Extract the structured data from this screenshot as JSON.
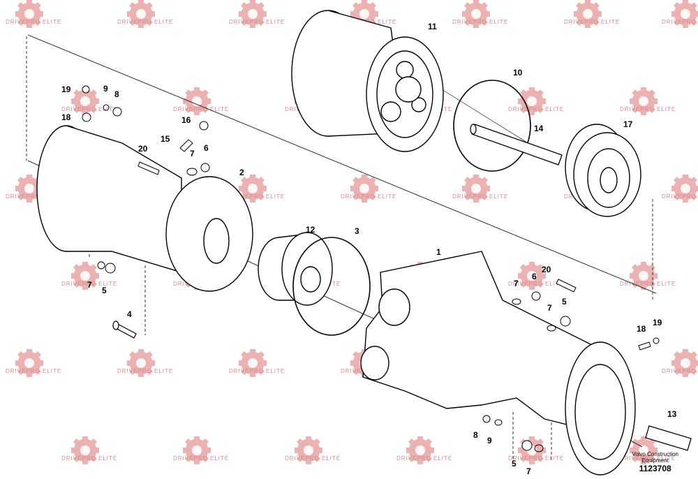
{
  "watermark": {
    "text": "DRIVEPRO ELITE",
    "color": "#e38b8b"
  },
  "callouts": [
    {
      "id": "c11",
      "label": "11"
    },
    {
      "id": "c10",
      "label": "10"
    },
    {
      "id": "c14",
      "label": "14"
    },
    {
      "id": "c17",
      "label": "17"
    },
    {
      "id": "c19a",
      "label": "19"
    },
    {
      "id": "c9a",
      "label": "9"
    },
    {
      "id": "c8a",
      "label": "8"
    },
    {
      "id": "c18a",
      "label": "18"
    },
    {
      "id": "c16",
      "label": "16"
    },
    {
      "id": "c15",
      "label": "15"
    },
    {
      "id": "c7a",
      "label": "7"
    },
    {
      "id": "c6a",
      "label": "6"
    },
    {
      "id": "c20a",
      "label": "20"
    },
    {
      "id": "c2",
      "label": "2"
    },
    {
      "id": "c12",
      "label": "12"
    },
    {
      "id": "c3",
      "label": "3"
    },
    {
      "id": "c1",
      "label": "1"
    },
    {
      "id": "c7b",
      "label": "7"
    },
    {
      "id": "c5a",
      "label": "5"
    },
    {
      "id": "c4",
      "label": "4"
    },
    {
      "id": "c20b",
      "label": "20"
    },
    {
      "id": "c7c",
      "label": "7"
    },
    {
      "id": "c6b",
      "label": "6"
    },
    {
      "id": "c7d",
      "label": "7"
    },
    {
      "id": "c5b",
      "label": "5"
    },
    {
      "id": "c18b",
      "label": "18"
    },
    {
      "id": "c19b",
      "label": "19"
    },
    {
      "id": "c13",
      "label": "13"
    },
    {
      "id": "c8b",
      "label": "8"
    },
    {
      "id": "c9b",
      "label": "9"
    },
    {
      "id": "c5c",
      "label": "5"
    },
    {
      "id": "c7e",
      "label": "7"
    }
  ],
  "credit": {
    "brand_line1": "Volvo Construction",
    "brand_line2": "Equipment",
    "ref": "1123708"
  }
}
